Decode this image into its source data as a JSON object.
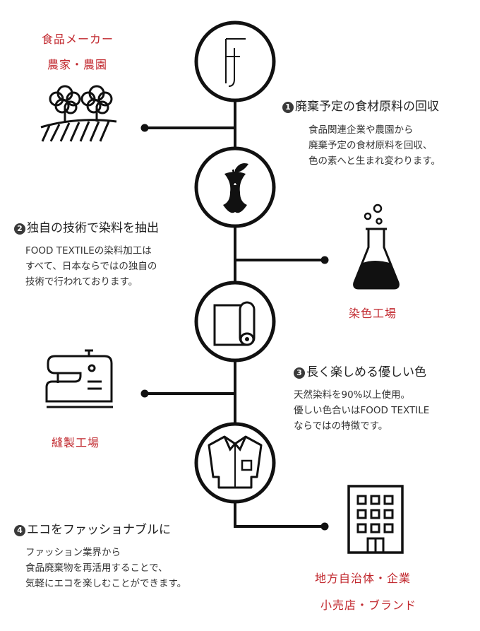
{
  "nodes": {
    "food_maker": {
      "line1": "食品メーカー",
      "line2": "農家・農園"
    },
    "dye_factory": {
      "label": "染色工場"
    },
    "sewing_factory": {
      "label": "縫製工場"
    },
    "local_gov": {
      "line1": "地方自治体・企業",
      "line2": "小売店・ブランド"
    }
  },
  "steps": [
    {
      "num": "1",
      "title": "廃棄予定の食材原料の回収",
      "lines": [
        "食品関連企業や農園から",
        "廃棄予定の食材原料を回収、",
        "色の素へと生まれ変わります。"
      ]
    },
    {
      "num": "2",
      "title": "独自の技術で染料を抽出",
      "lines": [
        "FOOD TEXTILEの染料加工は",
        "すべて、日本ならではの独自の",
        "技術で行われております。"
      ]
    },
    {
      "num": "3",
      "title": "長く楽しめる優しい色",
      "lines": [
        "天然染料を90%以上使用。",
        "優しい色合いはFOOD TEXTILE",
        "ならではの特徴です。"
      ]
    },
    {
      "num": "4",
      "title": "エコをファッショナブルに",
      "lines": [
        "ファッション業界から",
        "食品廃棄物を再活用することで、",
        "気軽にエコを楽しむことができます。"
      ]
    }
  ],
  "icons": {
    "logo": "logo-icon",
    "apple": "apple-core-icon",
    "fabric": "fabric-roll-icon",
    "shirt": "shirt-icon",
    "trees": "orchard-icon",
    "flask": "flask-icon",
    "sewing": "sewing-machine-icon",
    "building": "building-icon"
  },
  "colors": {
    "accent": "#c1272d",
    "line": "#111111",
    "text": "#333333"
  }
}
